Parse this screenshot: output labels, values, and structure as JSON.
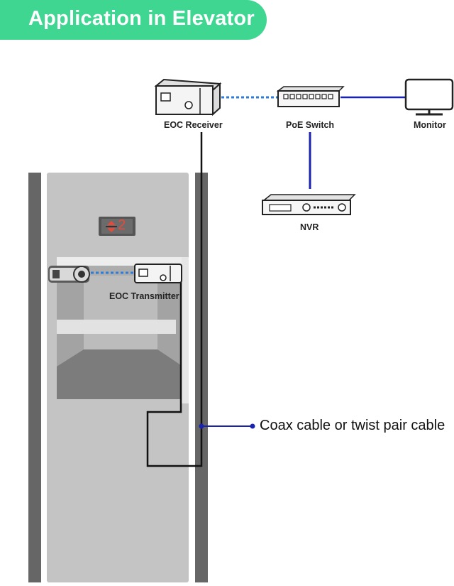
{
  "title": "Application in Elevator",
  "devices": {
    "eoc_receiver": "EOC Receiver",
    "poe_switch": "PoE Switch",
    "monitor": "Monitor",
    "nvr": "NVR",
    "eoc_transmitter": "EOC Transmitter"
  },
  "elevator": {
    "floor_number": "2"
  },
  "cable_label": "Coax cable or twist pair cable",
  "colors": {
    "title_bg": "#3fd692",
    "link_blue": "#1a23b0",
    "network_dotted": "#2e7bd8",
    "elevator_gray": "#c4c4c4",
    "shaft_dark": "#666666",
    "floor_red": "#e84a3a"
  },
  "icons": [
    "camera-icon",
    "eoc-transmitter-icon",
    "eoc-receiver-icon",
    "poe-switch-icon",
    "monitor-icon",
    "nvr-icon",
    "floor-arrow-icon"
  ]
}
